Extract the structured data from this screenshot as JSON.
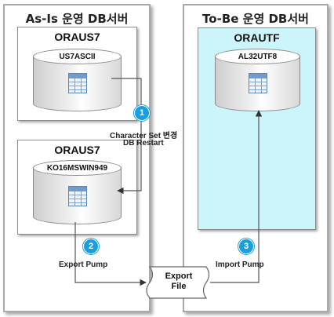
{
  "left_panel": {
    "title": "As-Is 운영 DB서버"
  },
  "right_panel": {
    "title": "To-Be 운영 DB서버"
  },
  "servers": {
    "asis": {
      "name": "ORAUS7",
      "db_label": "US7ASCII"
    },
    "converted": {
      "name": "ORAUS7",
      "db_label": "KO16MSWIN949"
    },
    "tobe": {
      "name": "ORAUTF",
      "db_label": "AL32UTF8"
    }
  },
  "steps": [
    {
      "number": "1",
      "caption_line1": "Character Set 변경",
      "caption_line2": "DB Restart"
    },
    {
      "number": "2",
      "caption": "Export Pump"
    },
    {
      "number": "3",
      "caption": "Import Pump"
    }
  ],
  "export_file": {
    "line1": "Export",
    "line2": "File"
  },
  "colors": {
    "step_badge": "#1a9fdd",
    "tobe_server_bg": "#ccf5fb",
    "frame_border": "#a9a9a9"
  }
}
